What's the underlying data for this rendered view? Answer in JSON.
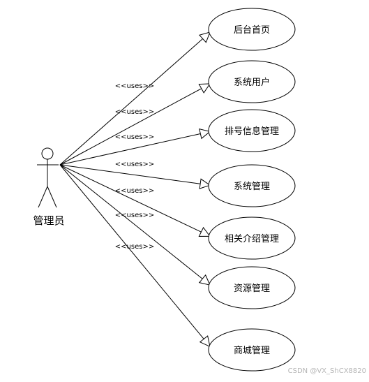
{
  "diagram": {
    "actor": {
      "name": "管理员"
    },
    "stereotype": "<<uses>>",
    "use_cases": [
      {
        "label": "后台首页"
      },
      {
        "label": "系统用户"
      },
      {
        "label": "排号信息管理"
      },
      {
        "label": "系统管理"
      },
      {
        "label": "相关介绍管理"
      },
      {
        "label": "资源管理"
      },
      {
        "label": "商城管理"
      }
    ]
  },
  "watermark": "CSDN @VX_ShCX8820"
}
